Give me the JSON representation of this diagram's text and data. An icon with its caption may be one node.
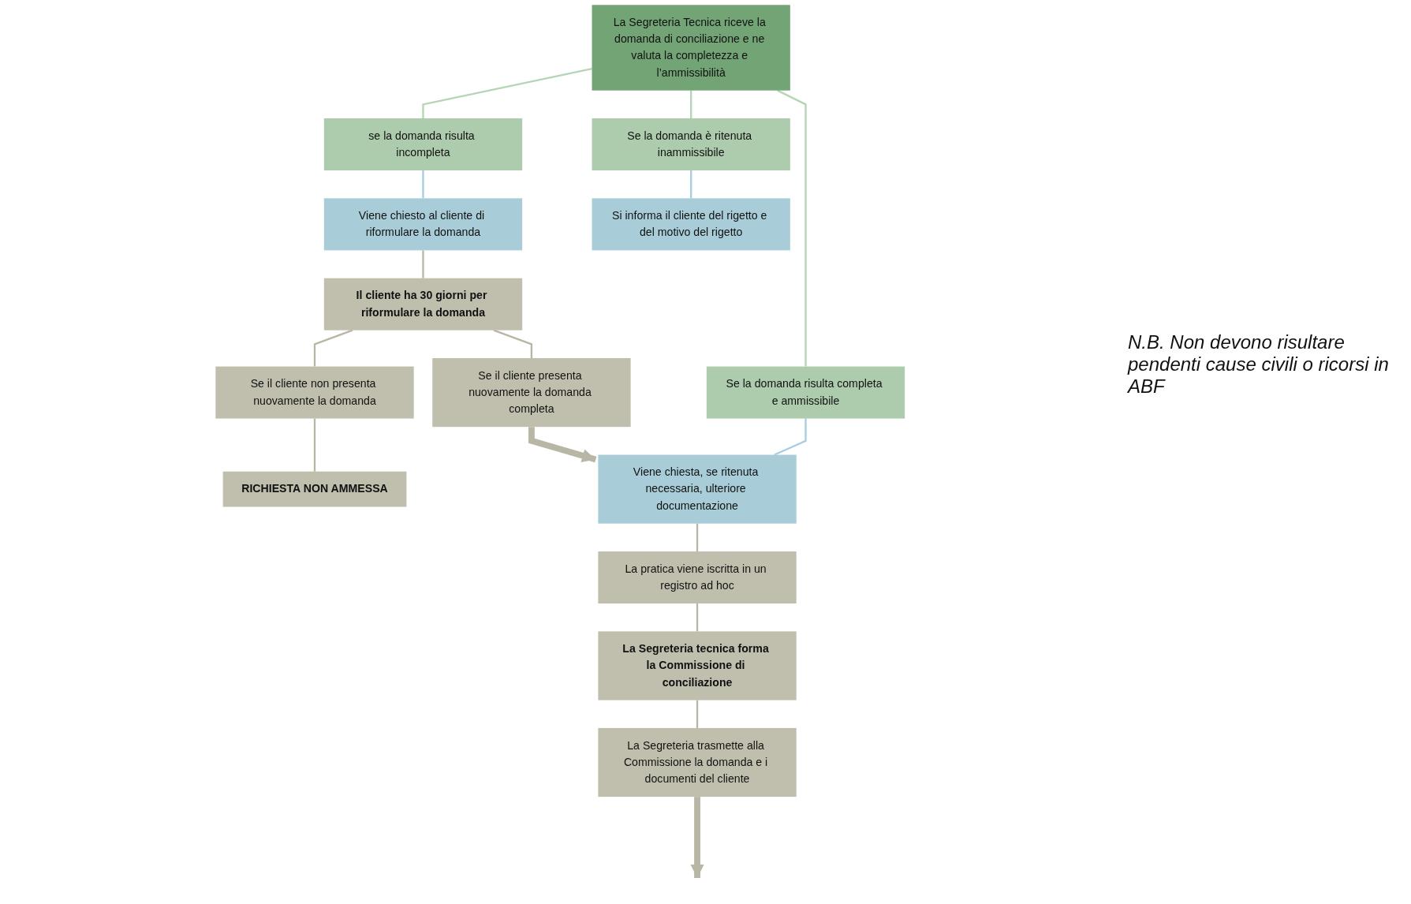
{
  "diagram": {
    "nodes": [
      {
        "text": [
          "La Segreteria Tecnica riceve la domanda di conciliazione e ne valuta la completezza e l’ammissibilità"
        ]
      },
      {
        "text": [
          "se la domanda risulta incompleta"
        ]
      },
      {
        "text": [
          "Se la domanda risulta completa e ammissibile"
        ]
      },
      {
        "text": [
          "Se la domanda è ritenuta inammissibile"
        ]
      },
      {
        "text": [
          "Viene chiesto al cliente di riformulare la domanda"
        ]
      },
      {
        "text": [
          "Il cliente ha 30 giorni per riformulare la domanda"
        ]
      },
      {
        "text": [
          "Se il cliente non presenta nuovamente la domanda"
        ]
      },
      {
        "text": [
          "Se il cliente presenta nuovamente la domanda completa"
        ]
      },
      {
        "text": [
          "RICHIESTA NON AMMESSA"
        ]
      },
      {
        "text": [
          "Viene chiesta, se ritenuta necessaria, ulteriore documentazione"
        ]
      },
      {
        "text": [
          "La pratica viene iscritta in un registro ad hoc"
        ]
      },
      {
        "text": [
          "La Segreteria tecnica forma la Commissione di conciliazione"
        ]
      },
      {
        "text": [
          "La Segreteria trasmette alla Commissione la domanda e i documenti del cliente"
        ]
      },
      {
        "text": [
          "Si informa il cliente del rigetto e del motivo del rigetto"
        ]
      }
    ],
    "edges": [
      {
        "from": 0,
        "to": 1,
        "arrow": "none",
        "color": "#b5d5b5"
      },
      {
        "from": 0,
        "to": 2,
        "arrow": "none",
        "color": "#b5d5b5"
      },
      {
        "from": 0,
        "to": 3,
        "arrow": "none",
        "color": "#b5d5b5"
      },
      {
        "from": 1,
        "to": 4,
        "arrow": "none",
        "color": "#a8cde0"
      },
      {
        "from": 4,
        "to": 5,
        "arrow": "none"
      },
      {
        "from": 5,
        "to": 6,
        "arrow": "none"
      },
      {
        "from": 5,
        "to": 7,
        "arrow": "none"
      },
      {
        "from": 6,
        "to": 8,
        "arrow": "none"
      },
      {
        "from": 7,
        "to": 9,
        "arrow": "to",
        "style": "thick"
      },
      {
        "from": 2,
        "to": 9,
        "arrow": "none",
        "color": "#a8cde0"
      },
      {
        "from": 9,
        "to": 10,
        "arrow": "none"
      },
      {
        "from": 10,
        "to": 11,
        "arrow": "none"
      },
      {
        "from": 11,
        "to": 12,
        "arrow": "none"
      },
      {
        "from": 12,
        "to": null,
        "arrow": "to",
        "style": "thick"
      },
      {
        "from": 3,
        "to": 13,
        "arrow": "none",
        "color": "#a8cde0"
      }
    ],
    "labels": [
      "N.B. Non devono risultare pendenti cause civili o ricorsi in ABF"
    ]
  }
}
